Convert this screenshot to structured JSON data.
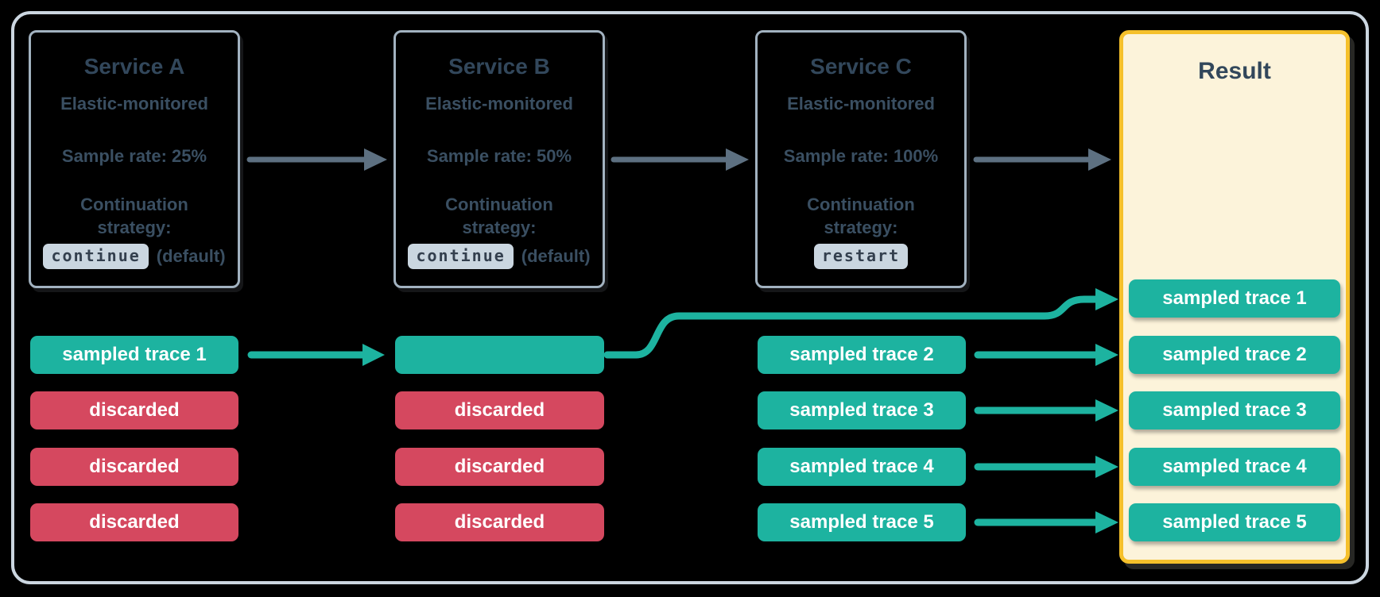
{
  "colors": {
    "background": "#000000",
    "frame-border": "#CBD6E0",
    "box-border": "#A2B2C0",
    "title-text": "#32475B",
    "body-text": "#3A4F62",
    "code-chip-bg": "#CAD6E0",
    "code-chip-text": "#333F4E",
    "teal": "#1DB3A0",
    "red": "#D5485F",
    "chip-text": "#FFFFFF",
    "result-bg": "#FCF3DA",
    "result-border": "#F5C02B",
    "arrow-gray": "#5D7081"
  },
  "services": [
    {
      "title": "Service A",
      "subtitle": "Elastic-monitored",
      "sample_rate": "Sample rate: 25%",
      "strategy_label": "Continuation strategy:",
      "strategy_value": "continue",
      "strategy_suffix": "(default)"
    },
    {
      "title": "Service B",
      "subtitle": "Elastic-monitored",
      "sample_rate": "Sample rate: 50%",
      "strategy_label": "Continuation strategy:",
      "strategy_value": "continue",
      "strategy_suffix": "(default)"
    },
    {
      "title": "Service C",
      "subtitle": "Elastic-monitored",
      "sample_rate": "Sample rate: 100%",
      "strategy_label": "Continuation strategy:",
      "strategy_value": "restart",
      "strategy_suffix": ""
    }
  ],
  "result": {
    "title": "Result"
  },
  "traces": {
    "service_a": [
      {
        "label": "sampled trace 1",
        "type": "sampled"
      },
      {
        "label": "discarded",
        "type": "discarded"
      },
      {
        "label": "discarded",
        "type": "discarded"
      },
      {
        "label": "discarded",
        "type": "discarded"
      }
    ],
    "service_b": [
      {
        "label": "",
        "type": "sampled"
      },
      {
        "label": "discarded",
        "type": "discarded"
      },
      {
        "label": "discarded",
        "type": "discarded"
      },
      {
        "label": "discarded",
        "type": "discarded"
      }
    ],
    "service_c": [
      {
        "label": "sampled trace 2",
        "type": "sampled"
      },
      {
        "label": "sampled trace 3",
        "type": "sampled"
      },
      {
        "label": "sampled trace 4",
        "type": "sampled"
      },
      {
        "label": "sampled trace 5",
        "type": "sampled"
      }
    ],
    "result": [
      "sampled trace 1",
      "sampled trace 2",
      "sampled trace 3",
      "sampled trace 4",
      "sampled trace 5"
    ]
  }
}
